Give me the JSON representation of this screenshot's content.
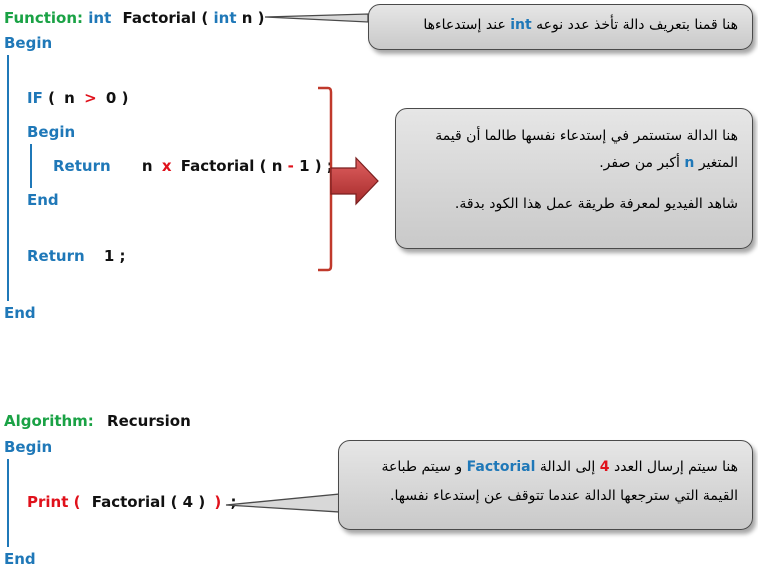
{
  "function_block": {
    "kw_function": "Function:",
    "type_int": "int",
    "name": "Factorial",
    "open_paren": "(",
    "param_type": "int",
    "param_name": "n",
    "close_paren": ")",
    "begin": "Begin",
    "if_kw": "IF",
    "if_open": "(",
    "if_var": "n",
    "if_op": ">",
    "if_val": "0",
    "if_close": ")",
    "inner_begin": "Begin",
    "return_kw": "Return",
    "return_n": "n",
    "return_x": "x",
    "return_call": "Factorial ( n",
    "return_minus": "-",
    "return_rest": "1 ) ;",
    "inner_end": "End",
    "return2_kw": "Return",
    "return2_val": "1 ;",
    "end": "End"
  },
  "algorithm_block": {
    "kw_algorithm": "Algorithm:",
    "name": "Recursion",
    "begin": "Begin",
    "print_kw": "Print (",
    "print_call": "Factorial ( 4 )",
    "print_close": ")",
    "print_semicolon": ";",
    "end": "End"
  },
  "callout_top": {
    "text_before": "هنا قمنا بتعريف دالة تأخذ عدد نوعه",
    "keyword": "int",
    "text_after": "عند إستدعاءها"
  },
  "callout_middle": {
    "line1": "هنا الدالة ستستمر في إستدعاء نفسها طالما أن قيمة",
    "line2_before": "المتغير",
    "line2_keyword": "n",
    "line2_after": "أكبر من صفر.",
    "line3": "شاهد الفيديو لمعرفة طريقة عمل هذا الكود بدقة."
  },
  "callout_bottom": {
    "line1_a": "هنا سيتم إرسال العدد",
    "line1_num": "4",
    "line1_b": "إلى الدالة",
    "line1_keyword": "Factorial",
    "line1_c": "و سيتم طباعة",
    "line2": "القيمة التي سترجعها الدالة عندما تتوقف عن إستدعاء نفسها."
  },
  "colors": {
    "keyword_green": "#1aa245",
    "keyword_blue": "#1f78b8",
    "operator_red": "#e0111b",
    "arrow_red": "#c0392b"
  }
}
